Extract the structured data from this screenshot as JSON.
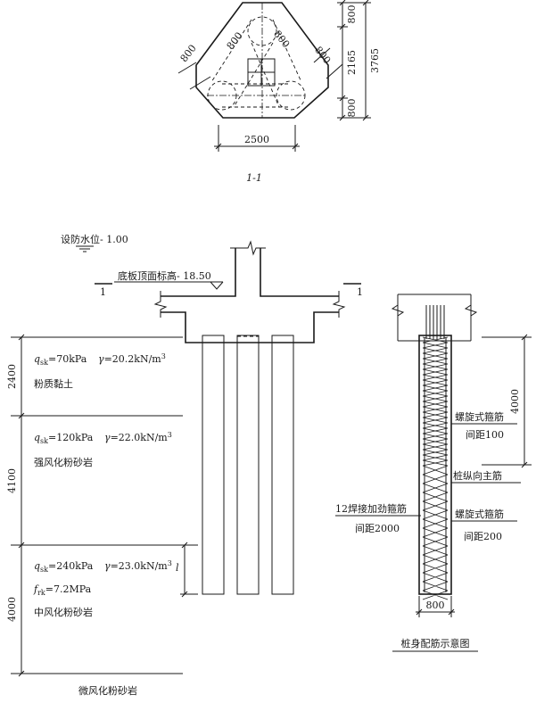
{
  "plan": {
    "dim_800_top": "800",
    "dim_2165": "2165",
    "dim_800_bottom": "800",
    "dim_3765": "3765",
    "dim_2500": "2500",
    "dim_800_left": "800",
    "dim_800_cl": "800",
    "dim_800_cr": "800",
    "dim_800_right": "800",
    "section_label": "1-1"
  },
  "elevation": {
    "water_level": "设防水位- 1.00",
    "slab_top": "底板顶面标高- 18.50",
    "section_mark_left": "1",
    "section_mark_right": "1",
    "pile_tip_dim": "l"
  },
  "layers": [
    {
      "thickness": "2400",
      "qsk_label": "q",
      "qsk_sub": "sk",
      "qsk_value": "=70kPa",
      "gamma_label": "γ",
      "gamma_value": "=20.2kN/m",
      "gamma_exp": "3",
      "name": "粉质黏土"
    },
    {
      "thickness": "4100",
      "qsk_label": "q",
      "qsk_sub": "sk",
      "qsk_value": "=120kPa",
      "gamma_label": "γ",
      "gamma_value": "=22.0kN/m",
      "gamma_exp": "3",
      "name": "强风化粉砂岩"
    },
    {
      "thickness": "4000",
      "qsk_label": "q",
      "qsk_sub": "sk",
      "qsk_value": "=240kPa",
      "gamma_label": "γ",
      "gamma_value": "=23.0kN/m",
      "gamma_exp": "3",
      "frk_label": "f",
      "frk_sub": "rk",
      "frk_value": "=7.2MPa",
      "name": "中风化粉砂岩"
    }
  ],
  "bottom_layer": "微风化粉砂岩",
  "pile_detail": {
    "dim_4000": "4000",
    "spiral_top": "螺旋式箍筋",
    "spacing_top": "间距100",
    "main_bar": "桩纵向主筋",
    "ring_bar": "12焊接加劲箍筋",
    "ring_spacing": "间距2000",
    "spiral_bottom": "螺旋式箍筋",
    "spacing_bottom": "间距200",
    "width": "800",
    "title": "桩身配筋示意图"
  }
}
